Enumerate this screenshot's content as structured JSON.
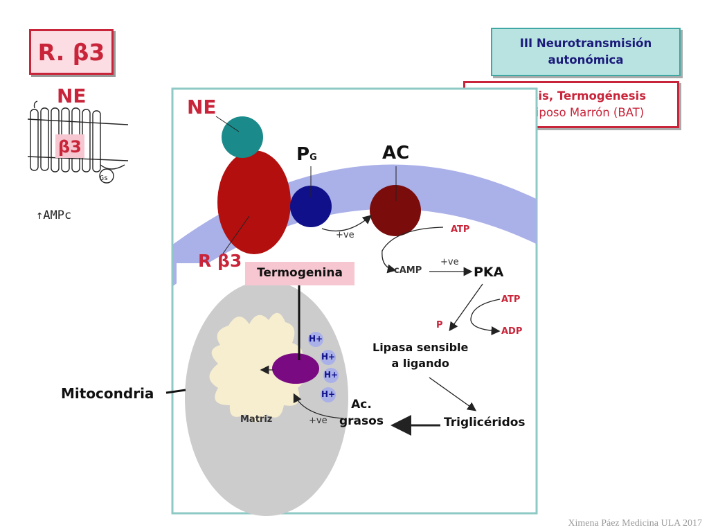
{
  "slide_title": "R. β3",
  "topic": {
    "line1": "III Neurotransmisión",
    "line2": "autonómica"
  },
  "subtopic": {
    "line1": "Lipolisis, Termogénesis",
    "line2": "Tej. Adiposo Marrón (BAT)"
  },
  "sketch": {
    "ne": "NE",
    "beta3": "β3",
    "gs": "Gs",
    "amp": "↑AMPc"
  },
  "diagram": {
    "ne": "NE",
    "pg": "P",
    "pg_sub": "G",
    "ac": "AC",
    "r_beta3": "R β3",
    "plus_ve_1": "+ve",
    "atp_1": "ATP",
    "camp": "cAMP",
    "plus_ve_2": "+ve",
    "pka": "PKA",
    "atp_2": "ATP",
    "adp": "ADP",
    "p": "P",
    "lipasa_1": "Lipasa sensible",
    "lipasa_2": "a ligando",
    "termogenina": "Termogenina",
    "h_plus": "H+",
    "ac_grasos_1": "Ac.",
    "ac_grasos_2": "grasos",
    "trigliceridos": "Triglicéridos",
    "matriz": "Matriz",
    "plus_ve_3": "+ve",
    "mitocondria": "Mitocondria"
  },
  "footer": "Ximena Páez Medicina ULA 2017",
  "colors": {
    "title_red": "#c9253a",
    "receptor": "#b30f0f",
    "ne_ball": "#1a8a8a",
    "g_protein": "#10108a",
    "ac": "#7a0c0c",
    "membrane": "#aab0e8",
    "termogenina": "#7a0a82",
    "mito_outer": "#cccccc",
    "mito_inner": "#f7eed0",
    "frame": "#8ec9c6"
  }
}
